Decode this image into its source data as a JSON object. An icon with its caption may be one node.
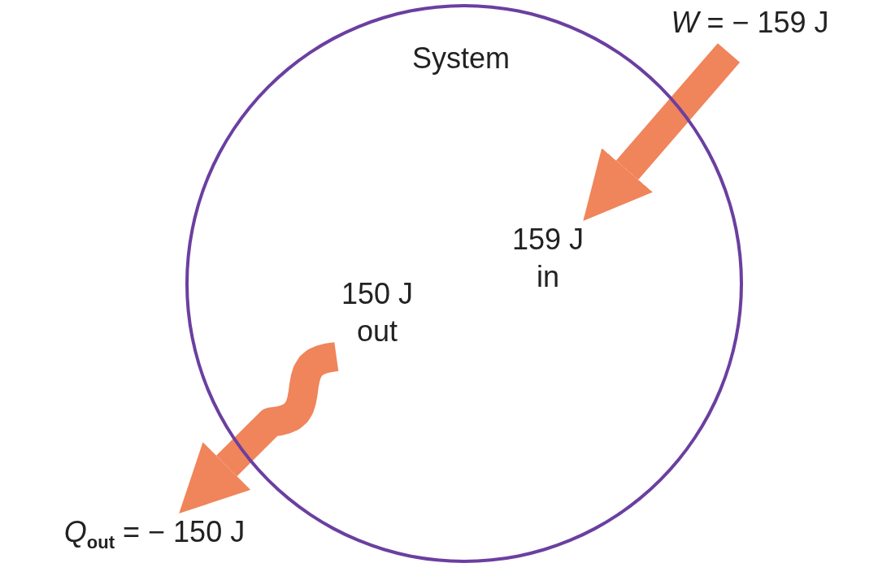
{
  "diagram": {
    "nodes": [
      {
        "text": [
          "System"
        ]
      },
      {
        "text": [
          "*W* = − 159 J"
        ]
      },
      {
        "text": [
          "159 J in"
        ],
        "in": 0
      },
      {
        "text": [
          "150 J out"
        ],
        "in": 0
      },
      {
        "text": [
          "*Q*$_{out}$ = − 150 J"
        ]
      }
    ],
    "edges": [
      {
        "from": 1,
        "to": 2,
        "arrow": "to"
      },
      {
        "from": 3,
        "to": 4,
        "arrow": "to"
      }
    ]
  }
}
